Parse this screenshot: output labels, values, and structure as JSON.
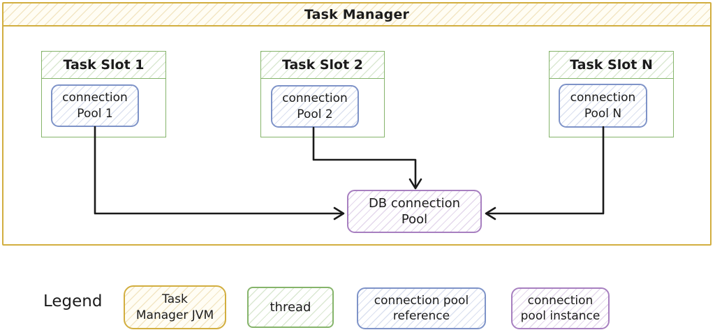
{
  "diagram": {
    "title": "Task Manager",
    "task_slots": [
      {
        "label": "Task Slot 1",
        "pool": {
          "line1": "connection",
          "line2": "Pool 1"
        }
      },
      {
        "label": "Task Slot 2",
        "pool": {
          "line1": "connection",
          "line2": "Pool 2"
        }
      },
      {
        "label": "Task Slot N",
        "pool": {
          "line1": "connection",
          "line2": "Pool N"
        }
      }
    ],
    "db_pool": {
      "line1": "DB connection",
      "line2": "Pool"
    }
  },
  "legend": {
    "title": "Legend",
    "items": {
      "jvm": {
        "line1": "Task",
        "line2": "Manager JVM"
      },
      "thread": {
        "line1": "thread"
      },
      "reference": {
        "line1": "connection pool",
        "line2": "reference"
      },
      "instance": {
        "line1": "connection",
        "line2": "pool instance"
      }
    }
  },
  "colors": {
    "jvm_border": "#d2ae3f",
    "thread_border": "#85b46a",
    "reference_border": "#7e93c8",
    "instance_border": "#a77fc0",
    "arrow": "#1a1a1a",
    "text": "#1b1b1b"
  }
}
